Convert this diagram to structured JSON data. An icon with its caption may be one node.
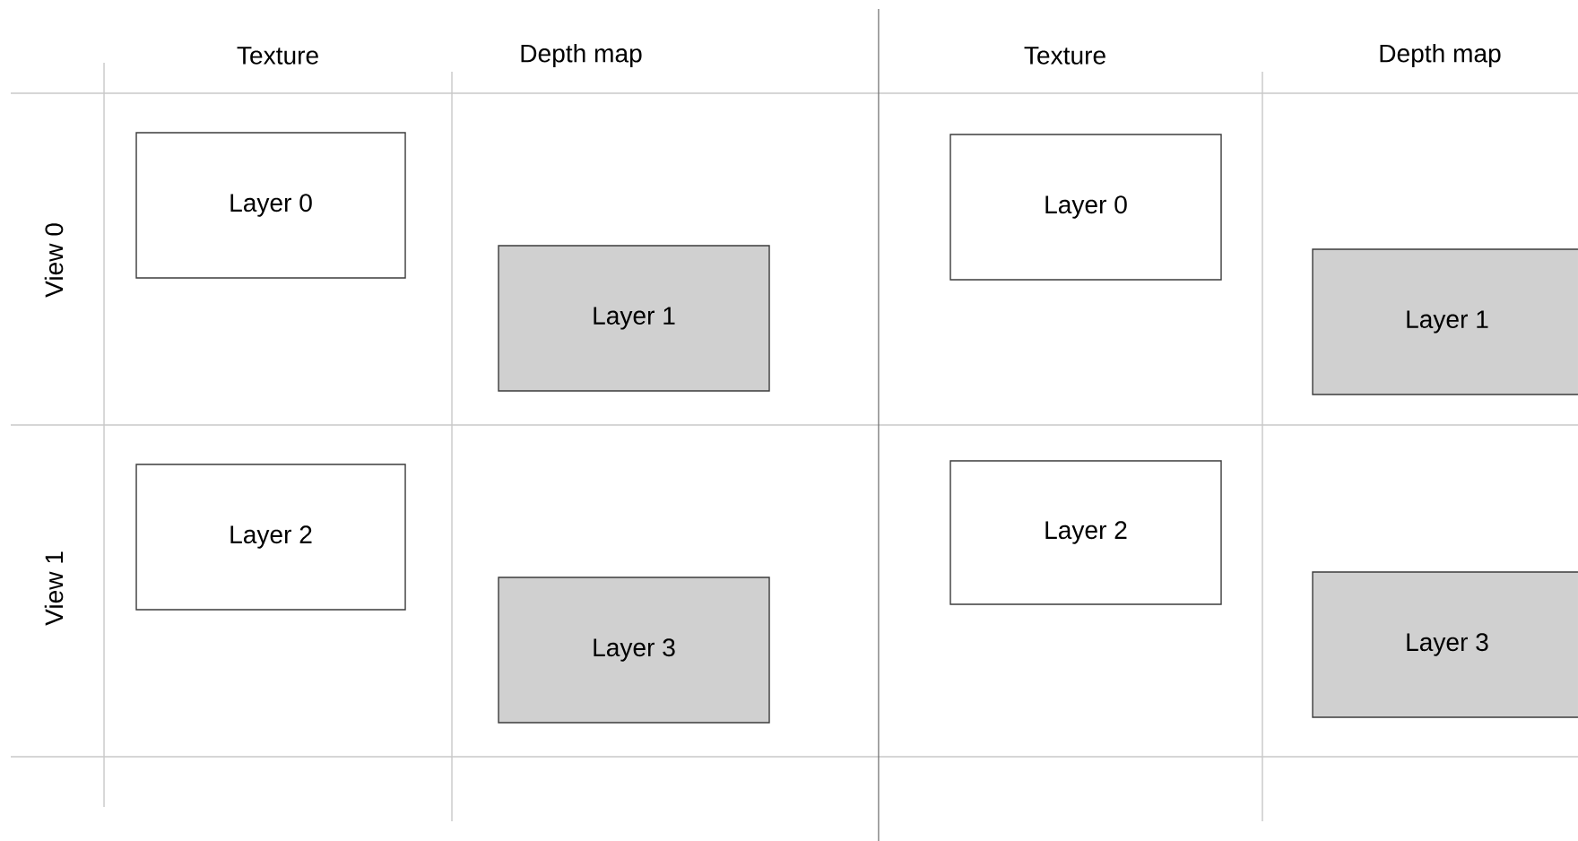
{
  "diagram": {
    "nodes": [
      {
        "text": [
          "Layer 0"
        ]
      },
      {
        "text": [
          "Layer 1"
        ]
      },
      {
        "text": [
          "Layer 0"
        ]
      },
      {
        "text": [
          "Layer 1"
        ]
      },
      {
        "text": [
          "Layer 2"
        ]
      },
      {
        "text": [
          "Layer 3"
        ]
      },
      {
        "text": [
          "Layer 2"
        ]
      },
      {
        "text": [
          "Layer 3"
        ]
      }
    ],
    "labels": [
      "Texture",
      "Depth map",
      "Texture",
      "Depth map",
      "View 0",
      "View 1"
    ]
  }
}
